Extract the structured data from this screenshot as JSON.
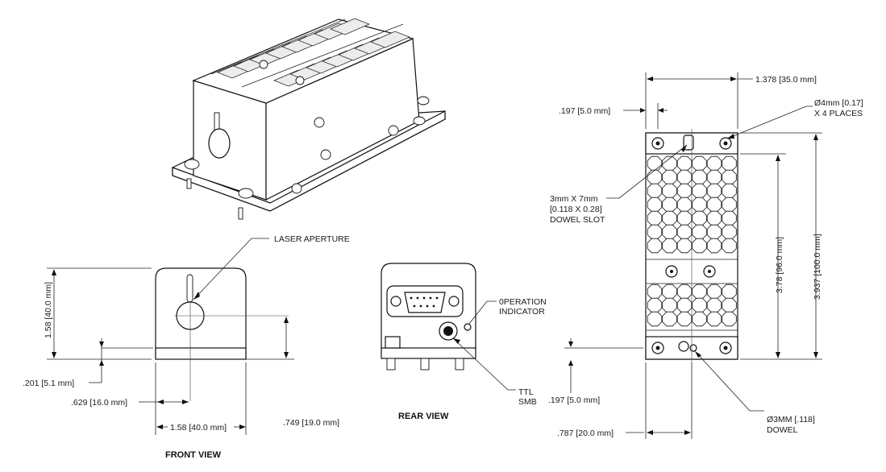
{
  "labels": {
    "laser_aperture": "LASER APERTURE",
    "front_view": "FRONT VIEW",
    "rear_view": "REAR VIEW",
    "operation_indicator_1": "0PERATION",
    "operation_indicator_2": "INDICATOR",
    "ttl_1": "TTL",
    "ttl_2": "SMB",
    "dowel_slot_1": "3mm X 7mm",
    "dowel_slot_2": "[0.118 X 0.28]",
    "dowel_slot_3": "DOWEL SLOT",
    "hole_1": "Ø4mm [0.17]",
    "hole_2": "X 4 PLACES",
    "dowel_1": "Ø3MM [.118]",
    "dowel_2": "DOWEL"
  },
  "dimensions": {
    "front_height": "1.58 [40.0 mm]",
    "front_base": ".201 [5.1 mm]",
    "front_aperture_x": ".629 [16.0 mm]",
    "front_width": "1.58 [40.0 mm]",
    "front_aperture_y": ".749 [19.0 mm]",
    "side_width": "1.378 [35.0 mm]",
    "side_offset_top": ".197 [5.0 mm]",
    "side_height_inner": "3.78 [96.0 mm]",
    "side_height_total": "3.937 [100.0 mm]",
    "side_offset_bottom": ".197 [5.0 mm]",
    "side_base_width": ".787 [20.0 mm]"
  }
}
